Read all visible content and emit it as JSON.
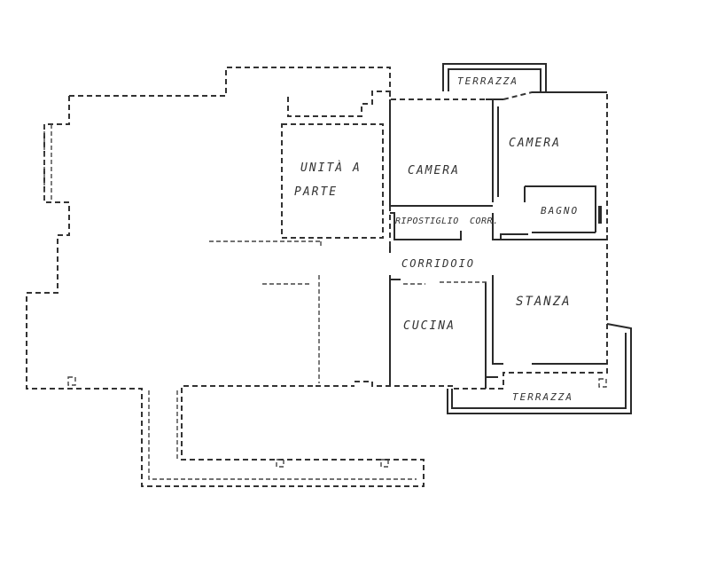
{
  "rooms": {
    "terrazza_top": "TERRAZZA",
    "unita_line1": "UNITÀ A",
    "unita_line2": "PARTE",
    "camera_left": "CAMERA",
    "camera_right": "CAMERA",
    "bagno": "BAGNO",
    "ripostiglio": "RIPOSTIGLIO",
    "corr": "CORR.",
    "corridoio": "CORRIDOIO",
    "stanza": "STANZA",
    "cucina": "CUCINA",
    "terrazza_bottom": "TERRAZZA"
  },
  "colors": {
    "ink": "#333333",
    "paper": "#ffffff"
  }
}
